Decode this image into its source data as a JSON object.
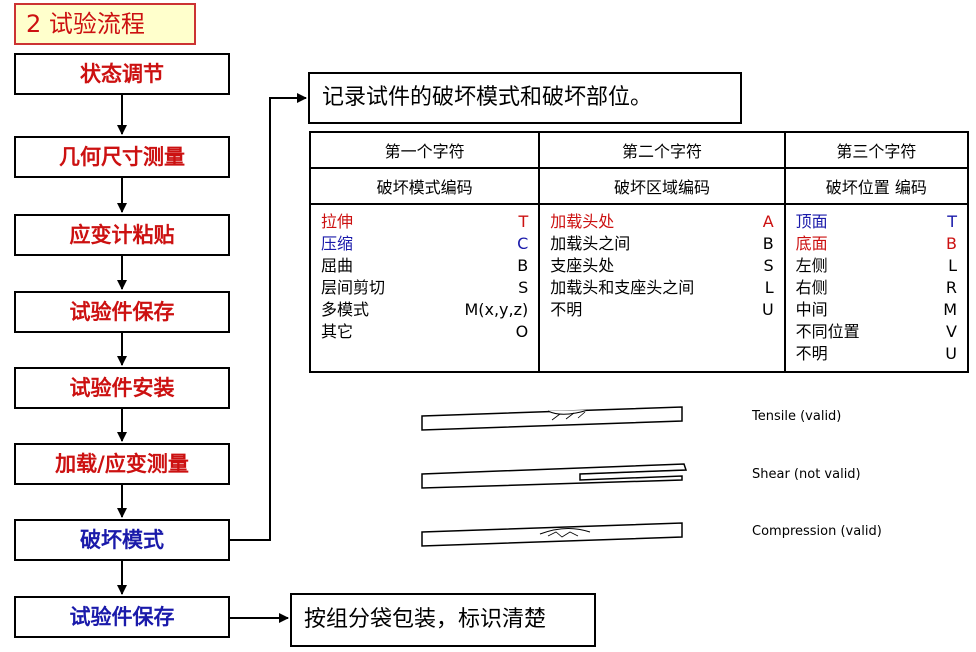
{
  "title": "2  试验流程",
  "flow_steps": [
    {
      "label": "状态调节",
      "color": "#cc1111"
    },
    {
      "label": "几何尺寸测量",
      "color": "#cc1111"
    },
    {
      "label": "应变计粘贴",
      "color": "#cc1111"
    },
    {
      "label": "试验件保存",
      "color": "#cc1111"
    },
    {
      "label": "试验件安装",
      "color": "#cc1111"
    },
    {
      "label": "加载/应变测量",
      "color": "#cc1111"
    },
    {
      "label": "破坏模式",
      "color": "#1a1aaa"
    },
    {
      "label": "试验件保存",
      "color": "#1a1aaa"
    }
  ],
  "failure_note": "记录试件的破坏模式和破坏部位。",
  "storage_note": "按组分袋包装，标识清楚",
  "code_table": {
    "header_row1": [
      "第一个字符",
      "第二个字符",
      "第三个字符"
    ],
    "header_row2": [
      "破坏模式编码",
      "破坏区域编码",
      "破坏位置 编码"
    ],
    "columns": [
      [
        {
          "name": "拉伸",
          "code": "T",
          "color": "red"
        },
        {
          "name": "压缩",
          "code": "C",
          "color": "blue"
        },
        {
          "name": "屈曲",
          "code": "B",
          "color": "black"
        },
        {
          "name": "层间剪切",
          "code": "S",
          "color": "black"
        },
        {
          "name": "多模式",
          "code": "M(x,y,z)",
          "color": "black"
        },
        {
          "name": "其它",
          "code": "O",
          "color": "black"
        }
      ],
      [
        {
          "name": "加载头处",
          "code": "A",
          "color": "red"
        },
        {
          "name": "加载头之间",
          "code": "B",
          "color": "black"
        },
        {
          "name": "支座头处",
          "code": "S",
          "color": "black"
        },
        {
          "name": "加载头和支座头之间",
          "code": "L",
          "color": "black"
        },
        {
          "name": "不明",
          "code": "U",
          "color": "black"
        }
      ],
      [
        {
          "name": "顶面",
          "code": "T",
          "color": "blue"
        },
        {
          "name": "底面",
          "code": "B",
          "color": "red"
        },
        {
          "name": "左侧",
          "code": "L",
          "color": "black"
        },
        {
          "name": "右侧",
          "code": "R",
          "color": "black"
        },
        {
          "name": "中间",
          "code": "M",
          "color": "black"
        },
        {
          "name": "不同位置",
          "code": "V",
          "color": "black"
        },
        {
          "name": "不明",
          "code": "U",
          "color": "black"
        }
      ]
    ]
  },
  "specimen_labels": [
    "Tensile (valid)",
    "Shear (not valid)",
    "Compression (valid)"
  ],
  "colors": {
    "red_text": "#cc1111",
    "blue_text": "#1a1aaa",
    "title_bg": "#ffffcc",
    "title_border": "#cc3333"
  }
}
